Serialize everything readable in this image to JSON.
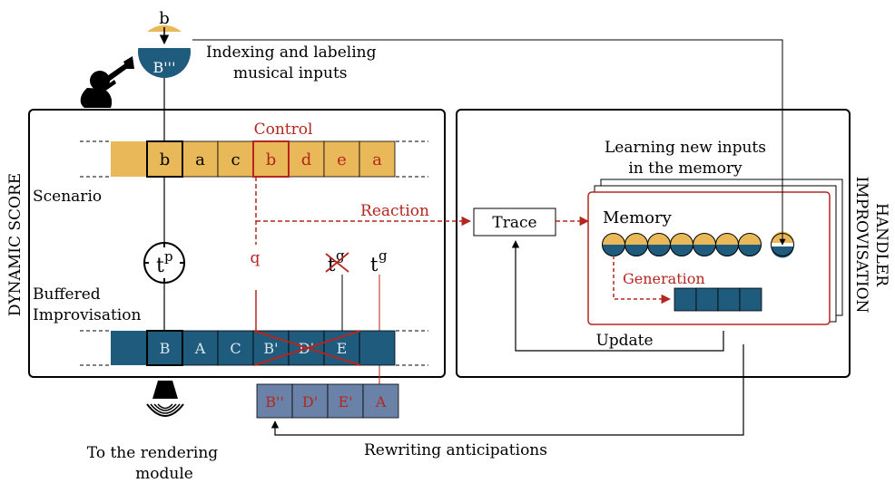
{
  "labels": {
    "indexing": [
      "Indexing and labeling",
      "musical inputs"
    ],
    "rendering": [
      "To the rendering",
      "module"
    ],
    "rewriting": "Rewriting anticipations",
    "dynamic_score": "DYNAMIC SCORE",
    "improvisation_handler": [
      "IMPROVISATION",
      "HANDLER"
    ],
    "control": "Control",
    "scenario": "Scenario",
    "reaction": "Reaction",
    "trace": "Trace",
    "learning": [
      "Learning new inputs",
      "in the memory"
    ],
    "memory": "Memory",
    "generation": "Generation",
    "update": "Update",
    "buffered": [
      "Buffered",
      "Improvisation"
    ],
    "q": "q",
    "tp_base": "t",
    "tp_sup": "p",
    "tg_base": "t",
    "tg_sup": "g",
    "tg_crossed_base": "t",
    "tg_crossed_sup": "g"
  },
  "input_node": {
    "top": "b",
    "bottom": "B'''"
  },
  "scenario_cells": [
    {
      "text": "b",
      "red": false
    },
    {
      "text": "a",
      "red": false
    },
    {
      "text": "c",
      "red": false
    },
    {
      "text": "b",
      "red": true
    },
    {
      "text": "d",
      "red": true
    },
    {
      "text": "e",
      "red": true
    },
    {
      "text": "a",
      "red": true
    }
  ],
  "improvisation_cells": [
    "B",
    "A",
    "C",
    "B'",
    "D'",
    "E",
    ""
  ],
  "rewrite_cells": [
    "B''",
    "D'",
    "E'",
    "A"
  ],
  "colors": {
    "gold": "#E9B859",
    "blue": "#1F5B7D",
    "slate": "#6B82A8",
    "red": "#B5261E",
    "black": "#000000"
  }
}
